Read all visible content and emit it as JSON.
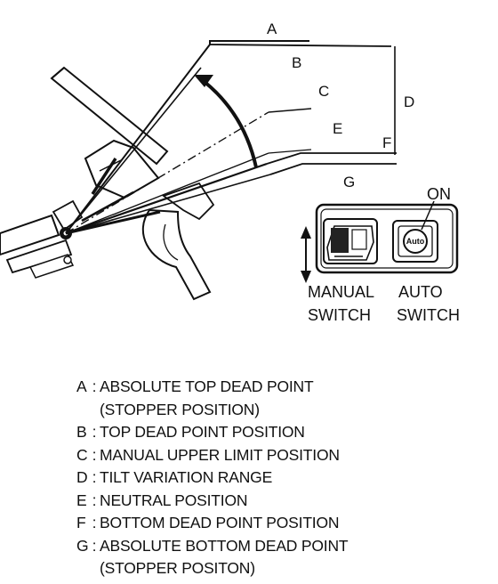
{
  "position_labels": {
    "a": "A",
    "b": "B",
    "c": "C",
    "d": "D",
    "e": "E",
    "f": "F",
    "g": "G"
  },
  "switch_panel": {
    "on_label": "ON",
    "auto_knob_text": "Auto",
    "manual_line1": "MANUAL",
    "manual_line2": "SWITCH",
    "auto_line1": "AUTO",
    "auto_line2": "SWITCH"
  },
  "legend": [
    {
      "key": "A",
      "lines": [
        "ABSOLUTE TOP DEAD POINT",
        "(STOPPER POSITION)"
      ]
    },
    {
      "key": "B",
      "lines": [
        "TOP DEAD POINT POSITION"
      ]
    },
    {
      "key": "C",
      "lines": [
        "MANUAL UPPER LIMIT POSITION"
      ]
    },
    {
      "key": "D",
      "lines": [
        "TILT VARIATION RANGE"
      ]
    },
    {
      "key": "E",
      "lines": [
        "NEUTRAL POSITION"
      ]
    },
    {
      "key": "F",
      "lines": [
        "BOTTOM DEAD POINT POSITION"
      ]
    },
    {
      "key": "G",
      "lines": [
        "ABSOLUTE BOTTOM DEAD POINT",
        "(STOPPER POSITON)"
      ]
    }
  ],
  "legend_separator": ":"
}
